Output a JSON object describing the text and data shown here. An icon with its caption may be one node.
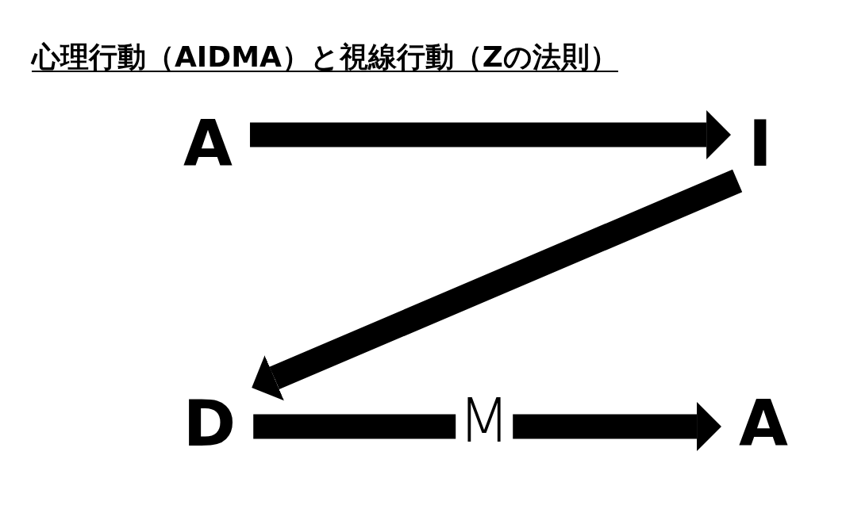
{
  "diagram": {
    "title": "心理行動（AIDMA）と視線行動（Zの法則）",
    "nodes": [
      {
        "text": [
          "A"
        ]
      },
      {
        "text": [
          "I"
        ]
      },
      {
        "text": [
          "D"
        ]
      },
      {
        "text": [
          "A"
        ]
      }
    ],
    "edges": [
      {
        "from": 0,
        "to": 1,
        "arrow": "to"
      },
      {
        "from": 1,
        "to": 2,
        "arrow": "to"
      },
      {
        "from": 2,
        "to": 3,
        "arrow": "to",
        "label": "M"
      }
    ]
  }
}
